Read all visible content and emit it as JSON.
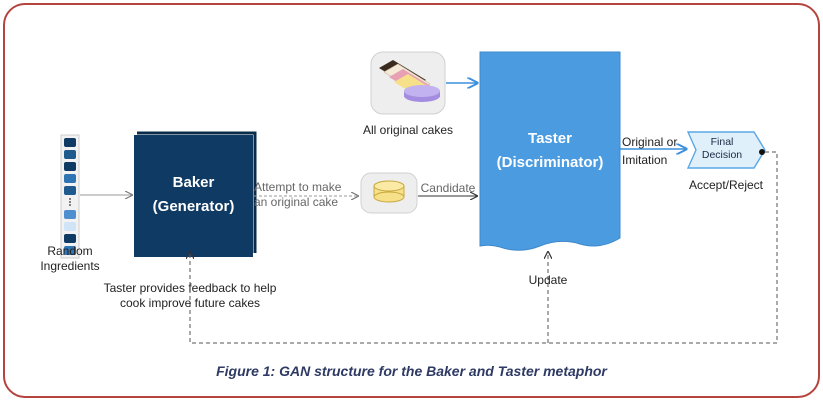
{
  "colors": {
    "frame": "#b5443f",
    "baker": "#0f3a64",
    "taster": "#4b9be0",
    "decision": "#dff0fb",
    "cake": "#f6e08a",
    "caption": "#2e3a64"
  },
  "inputs": {
    "label": "Random Ingredients",
    "cells": [
      "#0f3a64",
      "#1f5a8e",
      "#0f3a64",
      "#2f75b4",
      "#1f5a8e",
      "dots",
      "#4f8fd0",
      "#cfe4f7",
      "#0f3a64",
      "#2f75b4"
    ]
  },
  "baker": {
    "title_line1": "Baker",
    "title_line2": "(Generator)"
  },
  "attempt_label": {
    "line1": "Attempt to make",
    "line2": "an original cake"
  },
  "candidate_label": "Candidate",
  "original_cakes_label": "All original cakes",
  "taster": {
    "title_line1": "Taster",
    "title_line2": "(Discriminator)"
  },
  "output_label": {
    "line1": "Original or",
    "line2": "Imitation"
  },
  "decision": {
    "line1": "Final",
    "line2": "Decision",
    "label": "Accept/Reject"
  },
  "update_label": "Update",
  "feedback_label": {
    "line1": "Taster provides feedback to help",
    "line2": "cook improve future cakes"
  },
  "caption": "Figure 1: GAN structure for the Baker and Taster metaphor"
}
